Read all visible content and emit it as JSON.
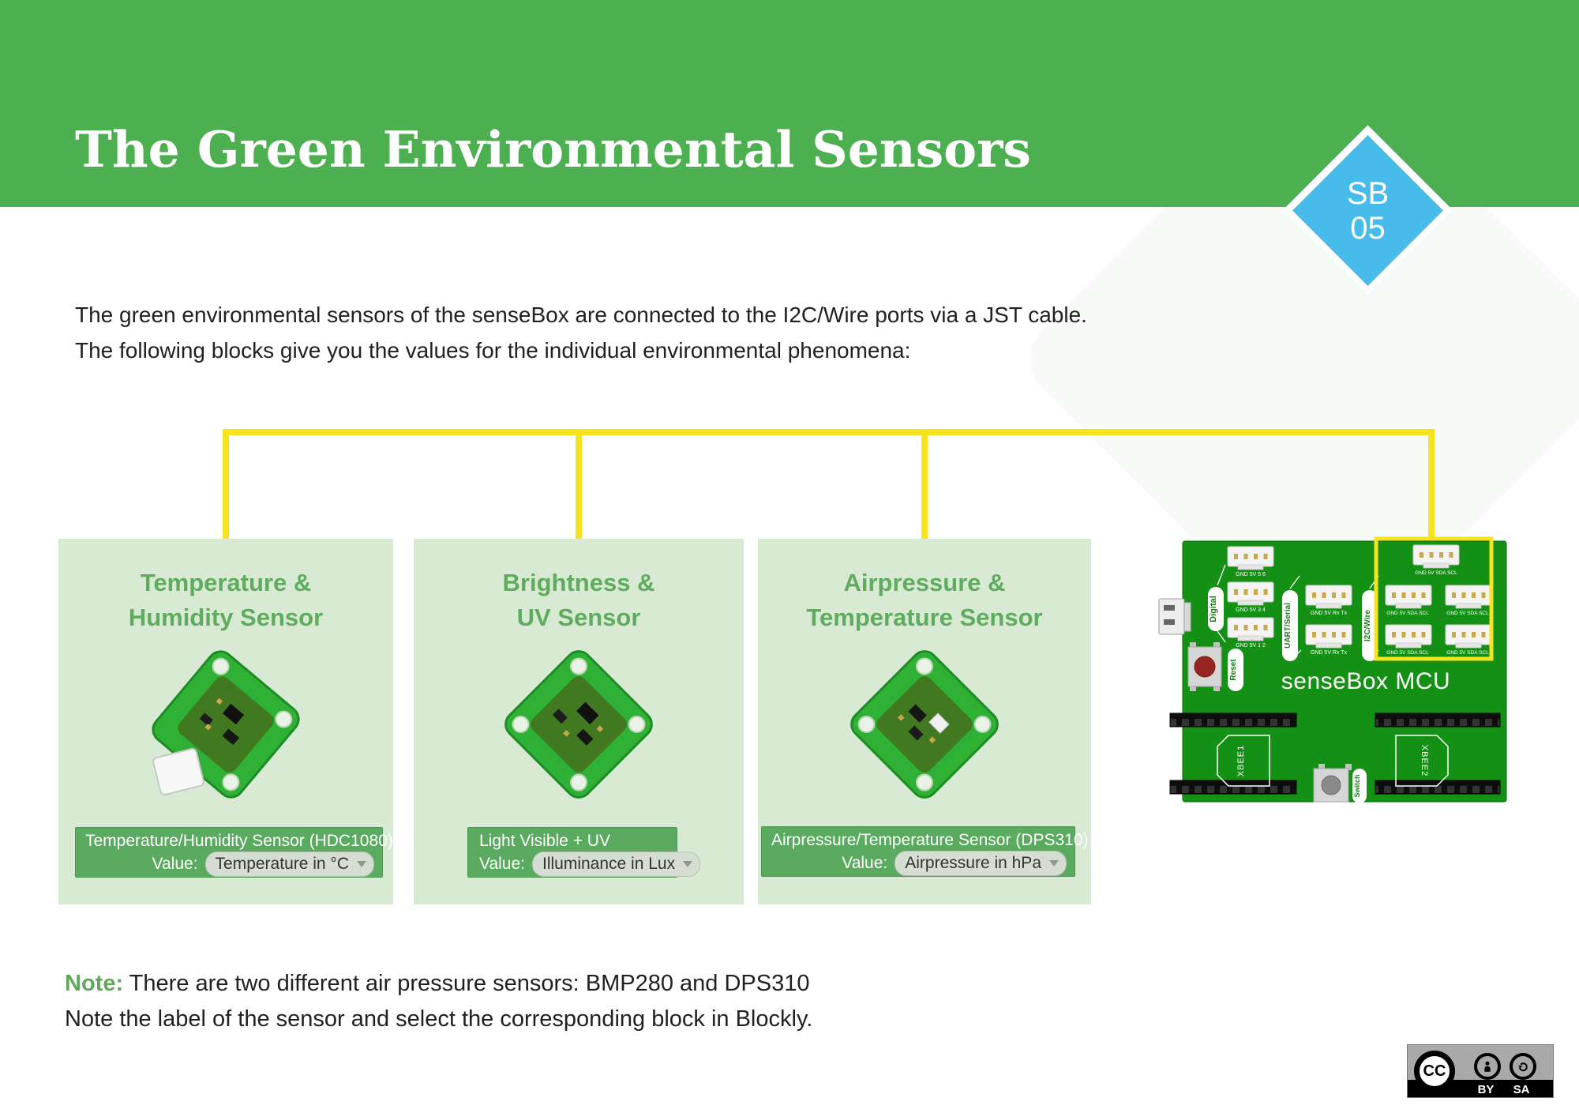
{
  "header": {
    "title": "The Green Environmental Sensors"
  },
  "badge": {
    "line1": "SB",
    "line2": "05"
  },
  "intro": {
    "line1": "The green environmental sensors of the senseBox are connected to the I2C/Wire ports via a JST cable.",
    "line2": "The following blocks give you the values for the individual environmental phenomena:"
  },
  "cards": [
    {
      "title_line1": "Temperature &",
      "title_line2": "Humidity Sensor",
      "block": {
        "label": "Temperature/Humidity Sensor (HDC1080)",
        "value_label": "Value:",
        "value": "Temperature in °C"
      }
    },
    {
      "title_line1": "Brightness &",
      "title_line2": "UV Sensor",
      "block": {
        "label": "Light Visible + UV",
        "value_label": "Value:",
        "value": "Illuminance in Lux"
      }
    },
    {
      "title_line1": "Airpressure &",
      "title_line2": "Temperature Sensor",
      "block": {
        "label": "Airpressure/Temperature Sensor (DPS310)",
        "value_label": "Value:",
        "value": "Airpressure in hPa"
      }
    }
  ],
  "mcu": {
    "name": "senseBox MCU",
    "sections": {
      "digital": "Digital",
      "uart": "UART/Serial",
      "i2c": "I2C/Wire",
      "reset": "Reset",
      "switch": "Switch",
      "xbee1": "XBEE1",
      "xbee2": "XBEE2"
    },
    "digital_ports": [
      "GND 5V 5 6",
      "GND 5V 3 4",
      "GND 5V 1 2"
    ],
    "uart_ports": [
      "GND 5V Rx Tx",
      "GND 5V Rx Tx"
    ],
    "i2c_ports": [
      "GND 5V SDA SCL",
      "GND 5V SDA SCL",
      "GND 5V SDA SCL",
      "GND 5V SDA SCL",
      "GND 5V SDA SCL"
    ]
  },
  "note": {
    "label": "Note:",
    "line1_rest": " There are two different air pressure sensors: BMP280 and DPS310",
    "line2": "Note the label of the sensor and select the corresponding block in Blockly."
  },
  "license": {
    "cc": "CC",
    "by": "BY",
    "sa": "SA"
  },
  "colors": {
    "header_green": "#4CAF50",
    "badge_blue": "#47BCEA",
    "card_bg_green": "#D8EAD3",
    "card_title_green": "#5FAC5F",
    "block_green": "#5AAA60",
    "wire_yellow": "#F7E41D",
    "board_green": "#149114",
    "note_green": "#60A85B"
  }
}
